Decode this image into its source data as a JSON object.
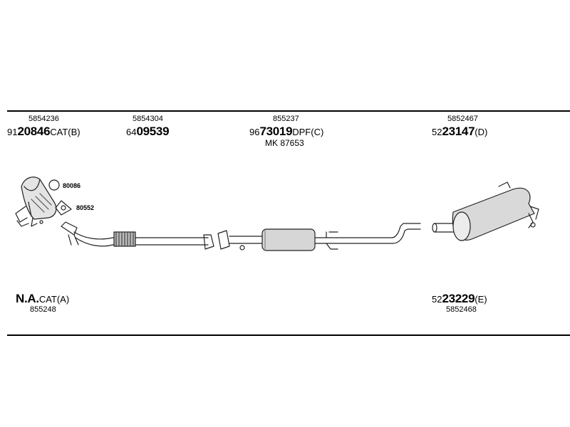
{
  "parts": [
    {
      "id": "cat_b",
      "ref": "5854236",
      "code_prefix": "91",
      "code_main": "20846",
      "code_suffix": "CAT(B)"
    },
    {
      "id": "pipe",
      "ref": "5854304",
      "code_prefix": "64",
      "code_main": "09539",
      "code_suffix": ""
    },
    {
      "id": "dpf_c",
      "ref": "855237",
      "code_prefix": "96",
      "code_main": "73019",
      "code_suffix": "DPF(C)",
      "extra": "MK 87653"
    },
    {
      "id": "muffler_d",
      "ref": "5852467",
      "code_prefix": "52",
      "code_main": "23147",
      "code_suffix": "(D)"
    },
    {
      "id": "cat_a",
      "ref": "855248",
      "code_prefix": "",
      "code_main": "N.A.",
      "code_suffix": "CAT(A)"
    },
    {
      "id": "tailpipe_e",
      "ref": "5852468",
      "code_prefix": "52",
      "code_main": "23229",
      "code_suffix": "(E)"
    }
  ],
  "small_parts": [
    {
      "id": "ring",
      "code": "80086"
    },
    {
      "id": "gasket",
      "code": "80552"
    }
  ]
}
